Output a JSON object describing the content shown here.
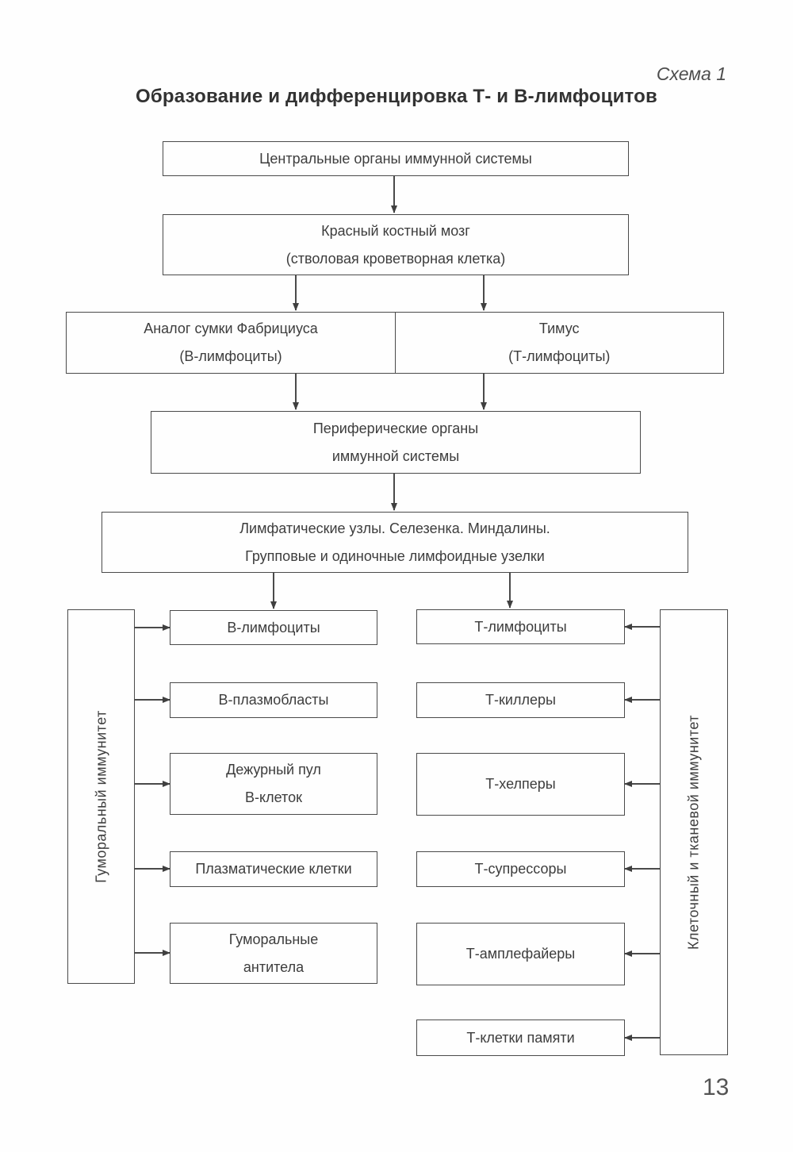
{
  "page": {
    "scheme_label": "Схема 1",
    "title": "Образование и дифференцировка Т- и В-лимфоцитов",
    "page_number": "13"
  },
  "flowchart": {
    "nodes": {
      "central": {
        "line1": "Центральные органы иммунной системы"
      },
      "marrow": {
        "line1": "Красный костный мозг",
        "line2": "(стволовая кроветворная клетка)"
      },
      "bursa": {
        "line1": "Аналог сумки Фабрициуса",
        "line2": "(В-лимфоциты)"
      },
      "thymus": {
        "line1": "Тимус",
        "line2": "(Т-лимфоциты)"
      },
      "peripheral": {
        "line1": "Периферические органы",
        "line2": "иммунной системы"
      },
      "lymph": {
        "line1": "Лимфатические узлы. Селезенка. Миндалины.",
        "line2": "Групповые и одиночные лимфоидные узелки"
      }
    },
    "b_branch": {
      "side_label": "Гуморальный иммунитет",
      "items": [
        {
          "line1": "В-лимфоциты"
        },
        {
          "line1": "В-плазмобласты"
        },
        {
          "line1": "Дежурный пул",
          "line2": "В-клеток"
        },
        {
          "line1": "Плазматические клетки"
        },
        {
          "line1": "Гуморальные",
          "line2": "антитела"
        }
      ]
    },
    "t_branch": {
      "side_label": "Клеточный и тканевой иммунитет",
      "items": [
        {
          "line1": "Т-лимфоциты"
        },
        {
          "line1": "Т-киллеры"
        },
        {
          "line1": "Т-хелперы"
        },
        {
          "line1": "Т-супрессоры"
        },
        {
          "line1": "Т-амплефайеры"
        },
        {
          "line1": "Т-клетки памяти"
        }
      ]
    }
  },
  "colors": {
    "page_background": "#fefefe",
    "border": "#4a4a4a",
    "text": "#3d3d3d"
  }
}
